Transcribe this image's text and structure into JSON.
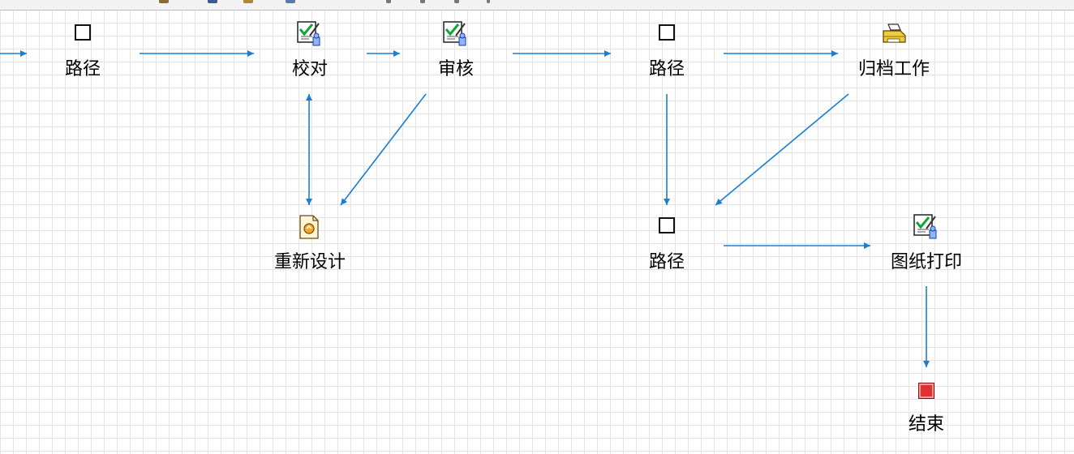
{
  "diagram": {
    "nodes": [
      {
        "id": "route-1",
        "label": "路径",
        "type": "route"
      },
      {
        "id": "check",
        "label": "校对",
        "type": "task"
      },
      {
        "id": "review",
        "label": "审核",
        "type": "task"
      },
      {
        "id": "route-2",
        "label": "路径",
        "type": "route"
      },
      {
        "id": "archive",
        "label": "归档工作",
        "type": "printer"
      },
      {
        "id": "redesign",
        "label": "重新设计",
        "type": "redo"
      },
      {
        "id": "route-3",
        "label": "路径",
        "type": "route"
      },
      {
        "id": "print",
        "label": "图纸打印",
        "type": "task"
      },
      {
        "id": "end",
        "label": "结束",
        "type": "end"
      }
    ],
    "edges": [
      {
        "from": "(offscreen)",
        "to": "route-1"
      },
      {
        "from": "route-1",
        "to": "check"
      },
      {
        "from": "check",
        "to": "review"
      },
      {
        "from": "review",
        "to": "route-2"
      },
      {
        "from": "route-2",
        "to": "archive"
      },
      {
        "from": "check",
        "to": "redesign",
        "bidirectional": true
      },
      {
        "from": "review",
        "to": "redesign"
      },
      {
        "from": "route-2",
        "to": "route-3"
      },
      {
        "from": "archive",
        "to": "route-3"
      },
      {
        "from": "route-3",
        "to": "print"
      },
      {
        "from": "print",
        "to": "end"
      }
    ],
    "colors": {
      "edge": "#1a7fd4",
      "grid": "#e4e4e4",
      "end_fill": "#e23030"
    }
  }
}
